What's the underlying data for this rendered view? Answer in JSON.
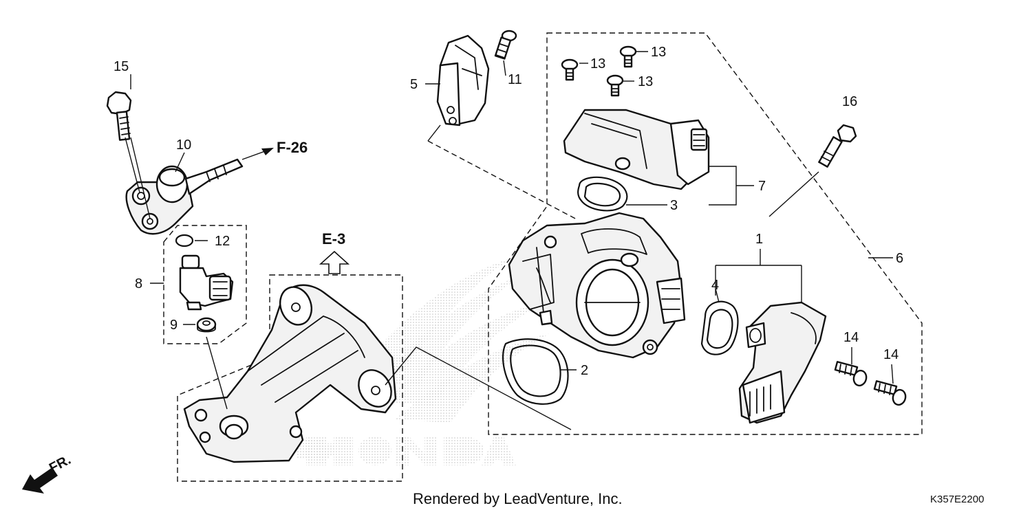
{
  "diagram": {
    "callouts": {
      "c1": "1",
      "c2": "2",
      "c3": "3",
      "c4": "4",
      "c5": "5",
      "c6": "6",
      "c7": "7",
      "c8": "8",
      "c9": "9",
      "c10": "10",
      "c11": "11",
      "c12": "12",
      "c13a": "13",
      "c13b": "13",
      "c13c": "13",
      "c14a": "14",
      "c14b": "14",
      "c15": "15",
      "c16": "16"
    },
    "references": {
      "f26": "F-26",
      "e3": "E-3"
    },
    "front_marker": "FR.",
    "footer": {
      "credit": "Rendered by LeadVenture, Inc.",
      "code": "K357E2200"
    }
  }
}
